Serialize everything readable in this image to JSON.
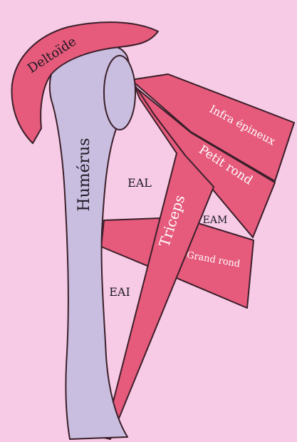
{
  "colors": {
    "background": "#f7cbe6",
    "muscle": "#e65a7c",
    "bone": "#c9bee0",
    "outline": "#3b1f2a",
    "text": "#1e1a24"
  },
  "labels": {
    "deltoid": "Deltoïde",
    "humerus": "Humérus",
    "infra_spinatus": "Infra épineux",
    "teres_minor": "Petit rond",
    "eal": "EAL",
    "eam": "EAM",
    "triceps": "Triceps",
    "teres_major": "Grand rond",
    "eai": "EAI"
  }
}
